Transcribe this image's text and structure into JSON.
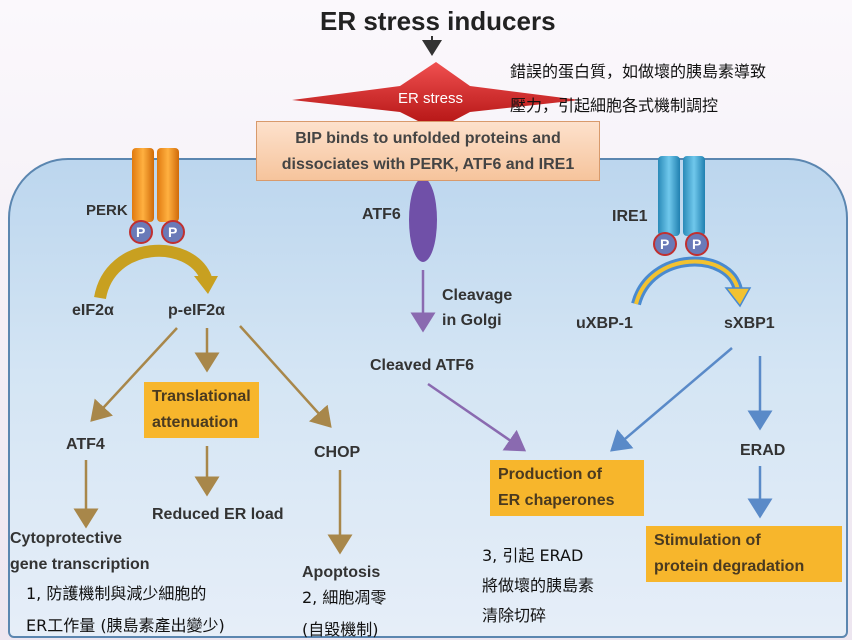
{
  "title": "ER stress inducers",
  "er_stress": "ER stress",
  "bip_box": [
    "BIP binds to unfolded proteins and",
    "dissociates with PERK, ATF6 and IRE1"
  ],
  "cjk_top": [
    "錯誤的蛋白質，如做壞的胰島素導致",
    "壓力，引起細胞各式機制調控"
  ],
  "perk": {
    "label": "PERK",
    "phospho": "P",
    "eif2a": "eIF2α",
    "p_eif2a": "p-eIF2α",
    "translational": [
      "Translational",
      "attenuation"
    ],
    "atf4": "ATF4",
    "chop": "CHOP",
    "reduced": "Reduced ER load",
    "cytoprotective": [
      "Cytoprotective",
      "gene transcription"
    ],
    "apoptosis": "Apoptosis"
  },
  "atf6": {
    "label": "ATF6",
    "cleavage": [
      "Cleavage",
      "in Golgi"
    ],
    "cleaved": "Cleaved ATF6"
  },
  "ire1": {
    "label": "IRE1",
    "uxbp": "uXBP-1",
    "sxbp": "sXBP1",
    "erad": "ERAD"
  },
  "production": [
    "Production of",
    "ER chaperones"
  ],
  "stimulation": [
    "Stimulation of",
    "protein degradation"
  ],
  "notes": {
    "n1": [
      "1, 防護機制與減少細胞的",
      "ER工作量 (胰島素產出變少)"
    ],
    "n2": [
      "2, 細胞凋零",
      "(自毀機制)"
    ],
    "n3": [
      "3, 引起 ERAD",
      "將做壞的胰島素",
      "清除切碎"
    ]
  },
  "colors": {
    "arrow_brown": "#a8874a",
    "arrow_purple": "#8a6ab0",
    "arrow_blue": "#5a8ac8",
    "box_yellow": "#f7b62c"
  }
}
